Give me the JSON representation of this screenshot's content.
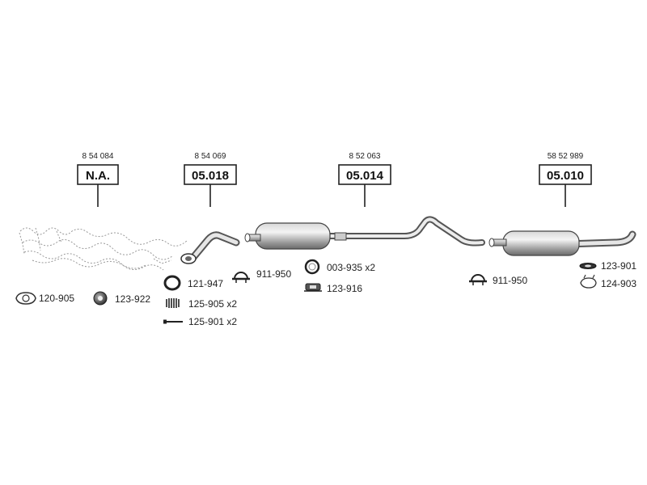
{
  "sections": [
    {
      "ref": "8 54 084",
      "code": "N.A."
    },
    {
      "ref": "8 54 069",
      "code": "05.018"
    },
    {
      "ref": "8 52 063",
      "code": "05.014"
    },
    {
      "ref": "58 52 989",
      "code": "05.010"
    }
  ],
  "parts": [
    {
      "label": "120-905",
      "icon": "flange-gasket-icon"
    },
    {
      "label": "123-922",
      "icon": "rubber-mount-icon"
    },
    {
      "label": "121-947",
      "icon": "sealing-ring-icon"
    },
    {
      "label": "125-905 x2",
      "icon": "spring-icon"
    },
    {
      "label": "125-901 x2",
      "icon": "bolt-icon"
    },
    {
      "label": "911-950",
      "icon": "pipe-clamp-icon"
    },
    {
      "label": "003-935 x2",
      "icon": "ring-icon"
    },
    {
      "label": "123-916",
      "icon": "bracket-mount-icon"
    },
    {
      "label": "911-950",
      "icon": "pipe-clamp-icon"
    },
    {
      "label": "123-901",
      "icon": "rubber-hanger-icon"
    },
    {
      "label": "124-903",
      "icon": "hanger-loop-icon"
    }
  ]
}
